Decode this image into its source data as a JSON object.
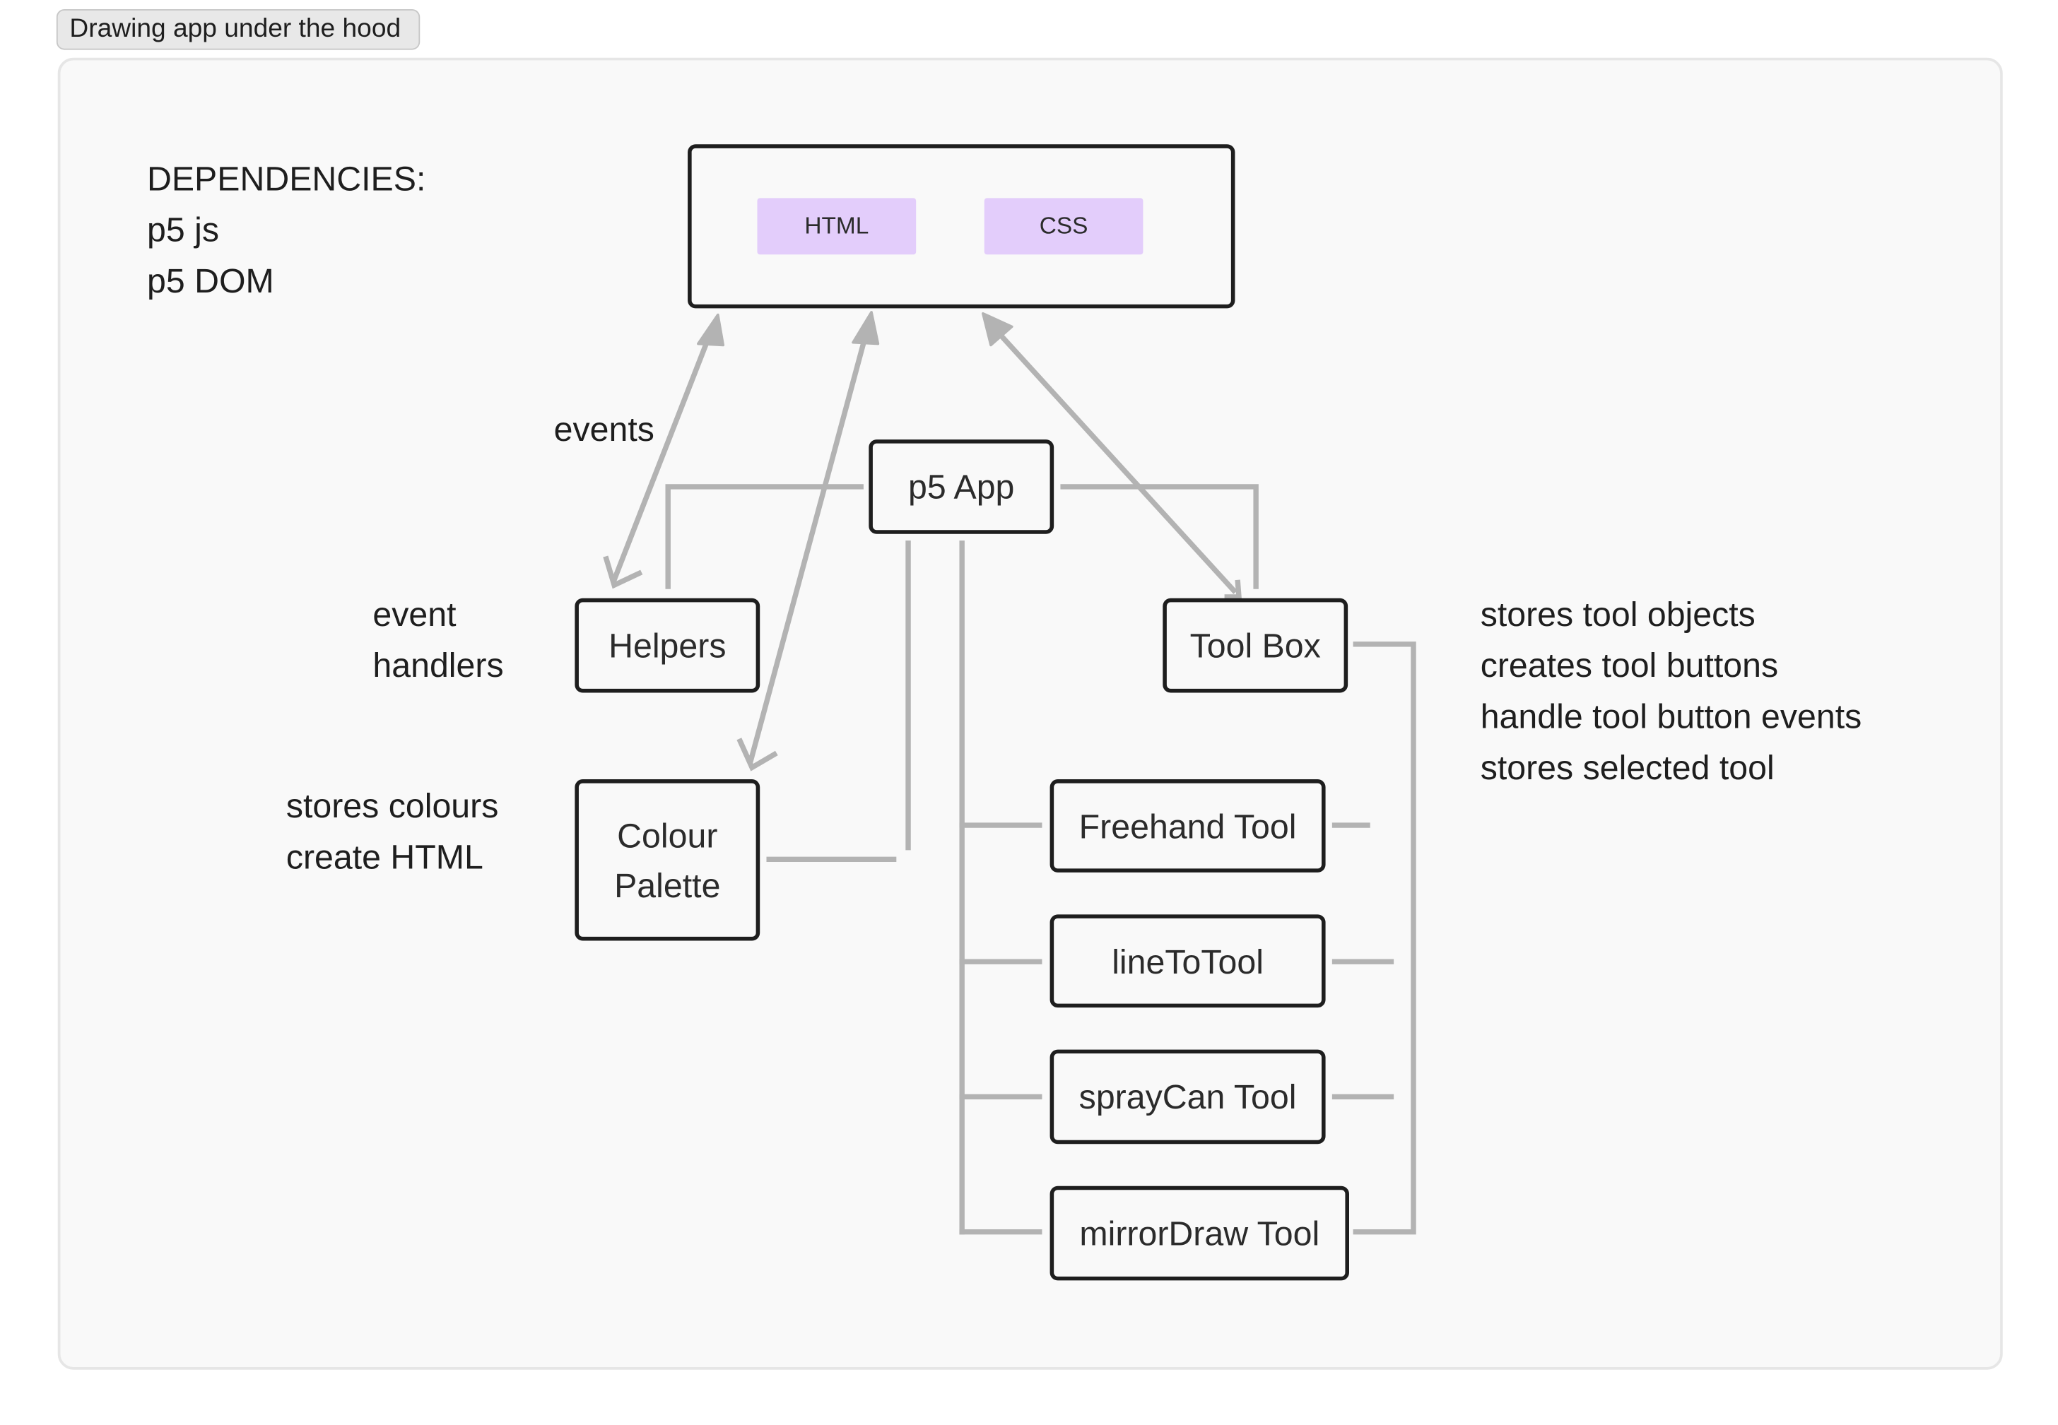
{
  "frame": {
    "title": "Drawing app under the hood"
  },
  "browser": {
    "html_label": "HTML",
    "css_label": "CSS"
  },
  "nodes": {
    "app": "p5 App",
    "helpers": "Helpers",
    "toolbox": "Tool Box",
    "palette_line1": "Colour",
    "palette_line2": "Palette",
    "freehand": "Freehand Tool",
    "lineto": "lineToTool",
    "spraycan": "sprayCan Tool",
    "mirrordraw": "mirrorDraw Tool"
  },
  "notes": {
    "dependencies": [
      "DEPENDENCIES:",
      "p5 js",
      "p5 DOM"
    ],
    "events_label": "events",
    "helpers_notes": [
      "event",
      "handlers"
    ],
    "palette_notes": [
      "stores colours",
      "create HTML"
    ],
    "toolbox_notes": [
      "stores tool objects",
      "creates tool buttons",
      "handle tool button events",
      "stores selected tool"
    ]
  },
  "colors": {
    "node_border": "#1e1e1e",
    "connector": "#b3b3b3",
    "chip_fill": "#e3cdfb",
    "frame_fill": "#f9f9f9"
  }
}
